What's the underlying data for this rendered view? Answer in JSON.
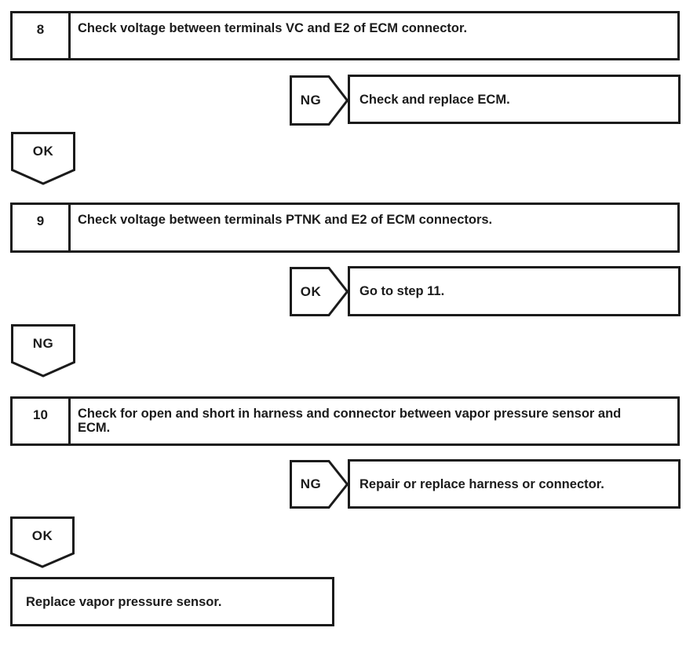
{
  "colors": {
    "ink": "#1b1b1b",
    "paper": "#ffffff"
  },
  "flowchart": {
    "steps": [
      {
        "number": "8",
        "text": "Check voltage between terminals VC and E2 of ECM connector."
      },
      {
        "number": "9",
        "text": "Check voltage between terminals PTNK and E2 of ECM connectors."
      },
      {
        "number": "10",
        "text": "Check for open and short in harness and connector between vapor pressure sensor and ECM."
      }
    ],
    "branches": [
      {
        "verdict": "NG",
        "action": "Check and replace ECM."
      },
      {
        "verdict": "OK",
        "action": "Go to step 11."
      },
      {
        "verdict": "NG",
        "action": "Repair or replace harness or connector."
      }
    ],
    "connectors": [
      {
        "verdict": "OK"
      },
      {
        "verdict": "NG"
      },
      {
        "verdict": "OK"
      }
    ],
    "final_action": "Replace vapor pressure sensor."
  }
}
